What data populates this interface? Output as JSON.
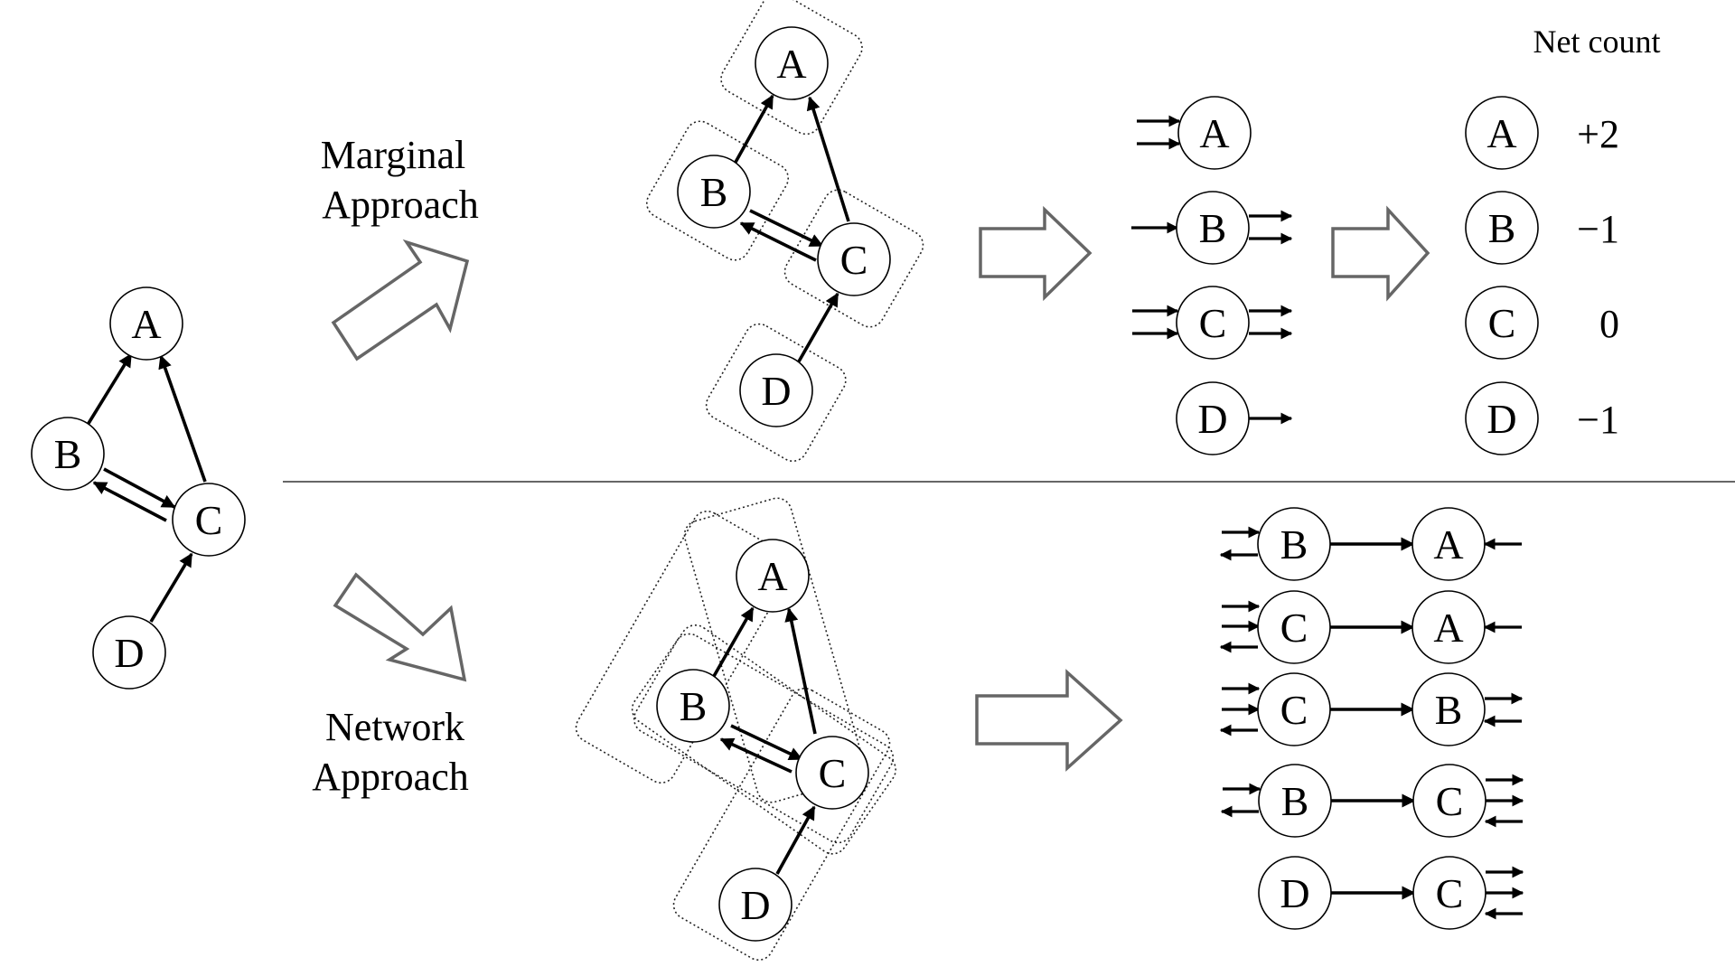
{
  "nodes": {
    "a": "A",
    "b": "B",
    "c": "C",
    "d": "D"
  },
  "labels": {
    "marginal_line1": "Marginal",
    "marginal_line2": "Approach",
    "network_line1": "Network",
    "network_line2": "Approach",
    "net_count_header": "Net count"
  },
  "net_counts": [
    {
      "node": "A",
      "value": "+2"
    },
    {
      "node": "B",
      "value": "−1"
    },
    {
      "node": "C",
      "value": "0"
    },
    {
      "node": "D",
      "value": "−1"
    }
  ],
  "pairs": [
    {
      "left": "B",
      "right": "A"
    },
    {
      "left": "C",
      "right": "A"
    },
    {
      "left": "C",
      "right": "B"
    },
    {
      "left": "B",
      "right": "C"
    },
    {
      "left": "D",
      "right": "C"
    }
  ],
  "colors": {
    "ink": "#000000",
    "block_arrow": "#666666",
    "divider": "#666666"
  }
}
